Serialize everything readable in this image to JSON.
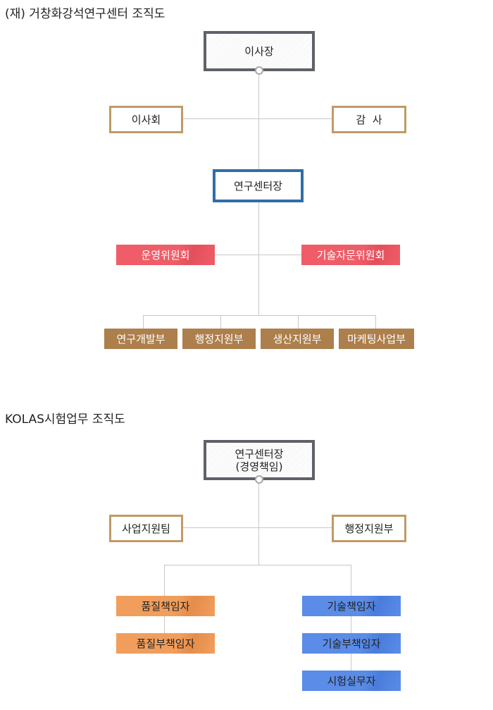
{
  "chart1": {
    "title": "(재) 거창화강석연구센터 조직도",
    "chairman": "이사장",
    "board": "이사회",
    "auditor": "감  사",
    "director": "연구센터장",
    "committee_left": "운영위원회",
    "committee_right": "기술자문위원회",
    "departments": [
      "연구개발부",
      "행정지원부",
      "생산지원부",
      "마케팅사업부"
    ]
  },
  "chart2": {
    "title": "KOLAS시험업무 조직도",
    "director_line1": "연구센터장",
    "director_line2": "(경영책임)",
    "left_team": "사업지원팀",
    "right_team": "행정지원부",
    "quality_head": "품질책임자",
    "quality_deputy": "품질부책임자",
    "tech_head": "기술책임자",
    "tech_deputy": "기술부책임자",
    "test_staff": "시험실무자"
  }
}
